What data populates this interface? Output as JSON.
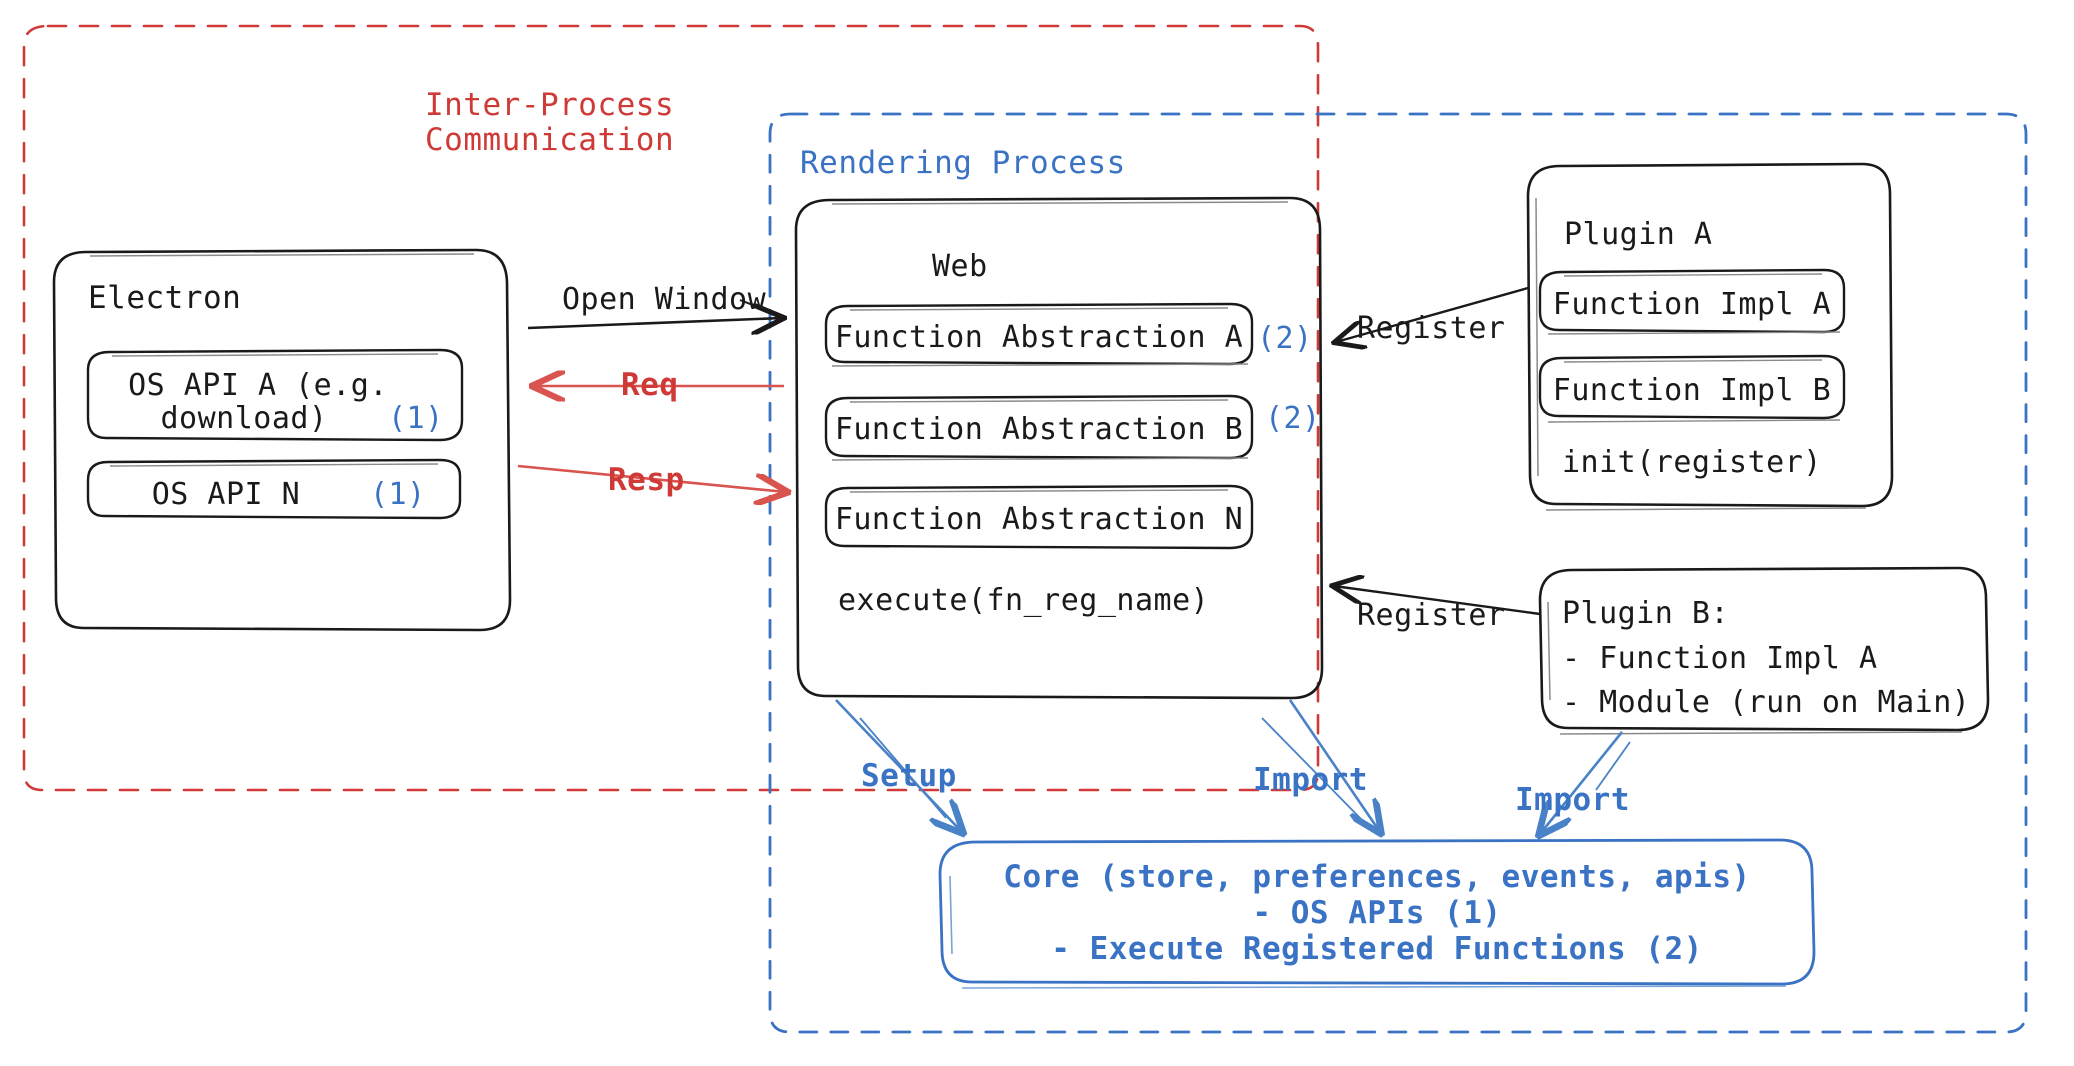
{
  "diagram": {
    "title": "Electron plugin architecture",
    "colors": {
      "red": "#cf3a37",
      "blue": "#3a72c4",
      "ink": "#1a1a1a"
    },
    "regions": {
      "ipc": {
        "label_line1": "Inter-Process",
        "label_line2": "Communication",
        "border_style": "dashed",
        "color": "#cf3a37"
      },
      "rendering": {
        "label": "Rendering Process",
        "border_style": "dashed",
        "color": "#3a72c4"
      }
    },
    "electron": {
      "title": "Electron",
      "items": [
        {
          "line1": "OS API A (e.g.",
          "line2": "download)",
          "tag": "(1)"
        },
        {
          "line1": "OS API N",
          "line2": "",
          "tag": "(1)"
        }
      ]
    },
    "web": {
      "title": "Web",
      "abstractions": [
        {
          "label": "Function Abstraction A",
          "tag": "(2)"
        },
        {
          "label": "Function Abstraction B",
          "tag": "(2)"
        },
        {
          "label": "Function Abstraction N",
          "tag": ""
        }
      ],
      "footer": "execute(fn_reg_name)"
    },
    "plugin_a": {
      "title": "Plugin A",
      "items": [
        "Function Impl A",
        "Function Impl B"
      ],
      "footer": "init(register)"
    },
    "plugin_b": {
      "title": "Plugin B:",
      "items": [
        "- Function Impl A",
        "- Module (run on Main)"
      ]
    },
    "core": {
      "line1": "Core (store, preferences, events, apis)",
      "line2": "- OS APIs (1)",
      "line3": "- Execute Registered Functions (2)"
    },
    "edges": [
      {
        "id": "open-window",
        "label": "Open Window",
        "color": "#1a1a1a",
        "direction": "right"
      },
      {
        "id": "req",
        "label": "Req",
        "color": "#cf3a37",
        "direction": "left"
      },
      {
        "id": "resp",
        "label": "Resp",
        "color": "#cf3a37",
        "direction": "right"
      },
      {
        "id": "register-a",
        "label": "Register",
        "color": "#1a1a1a",
        "direction": "left"
      },
      {
        "id": "register-b",
        "label": "Register",
        "color": "#1a1a1a",
        "direction": "left"
      },
      {
        "id": "setup",
        "label": "Setup",
        "color": "#3a72c4",
        "direction": "down"
      },
      {
        "id": "import-web",
        "label": "Import",
        "color": "#3a72c4",
        "direction": "down"
      },
      {
        "id": "import-plugin",
        "label": "Import",
        "color": "#3a72c4",
        "direction": "down-left"
      }
    ]
  }
}
